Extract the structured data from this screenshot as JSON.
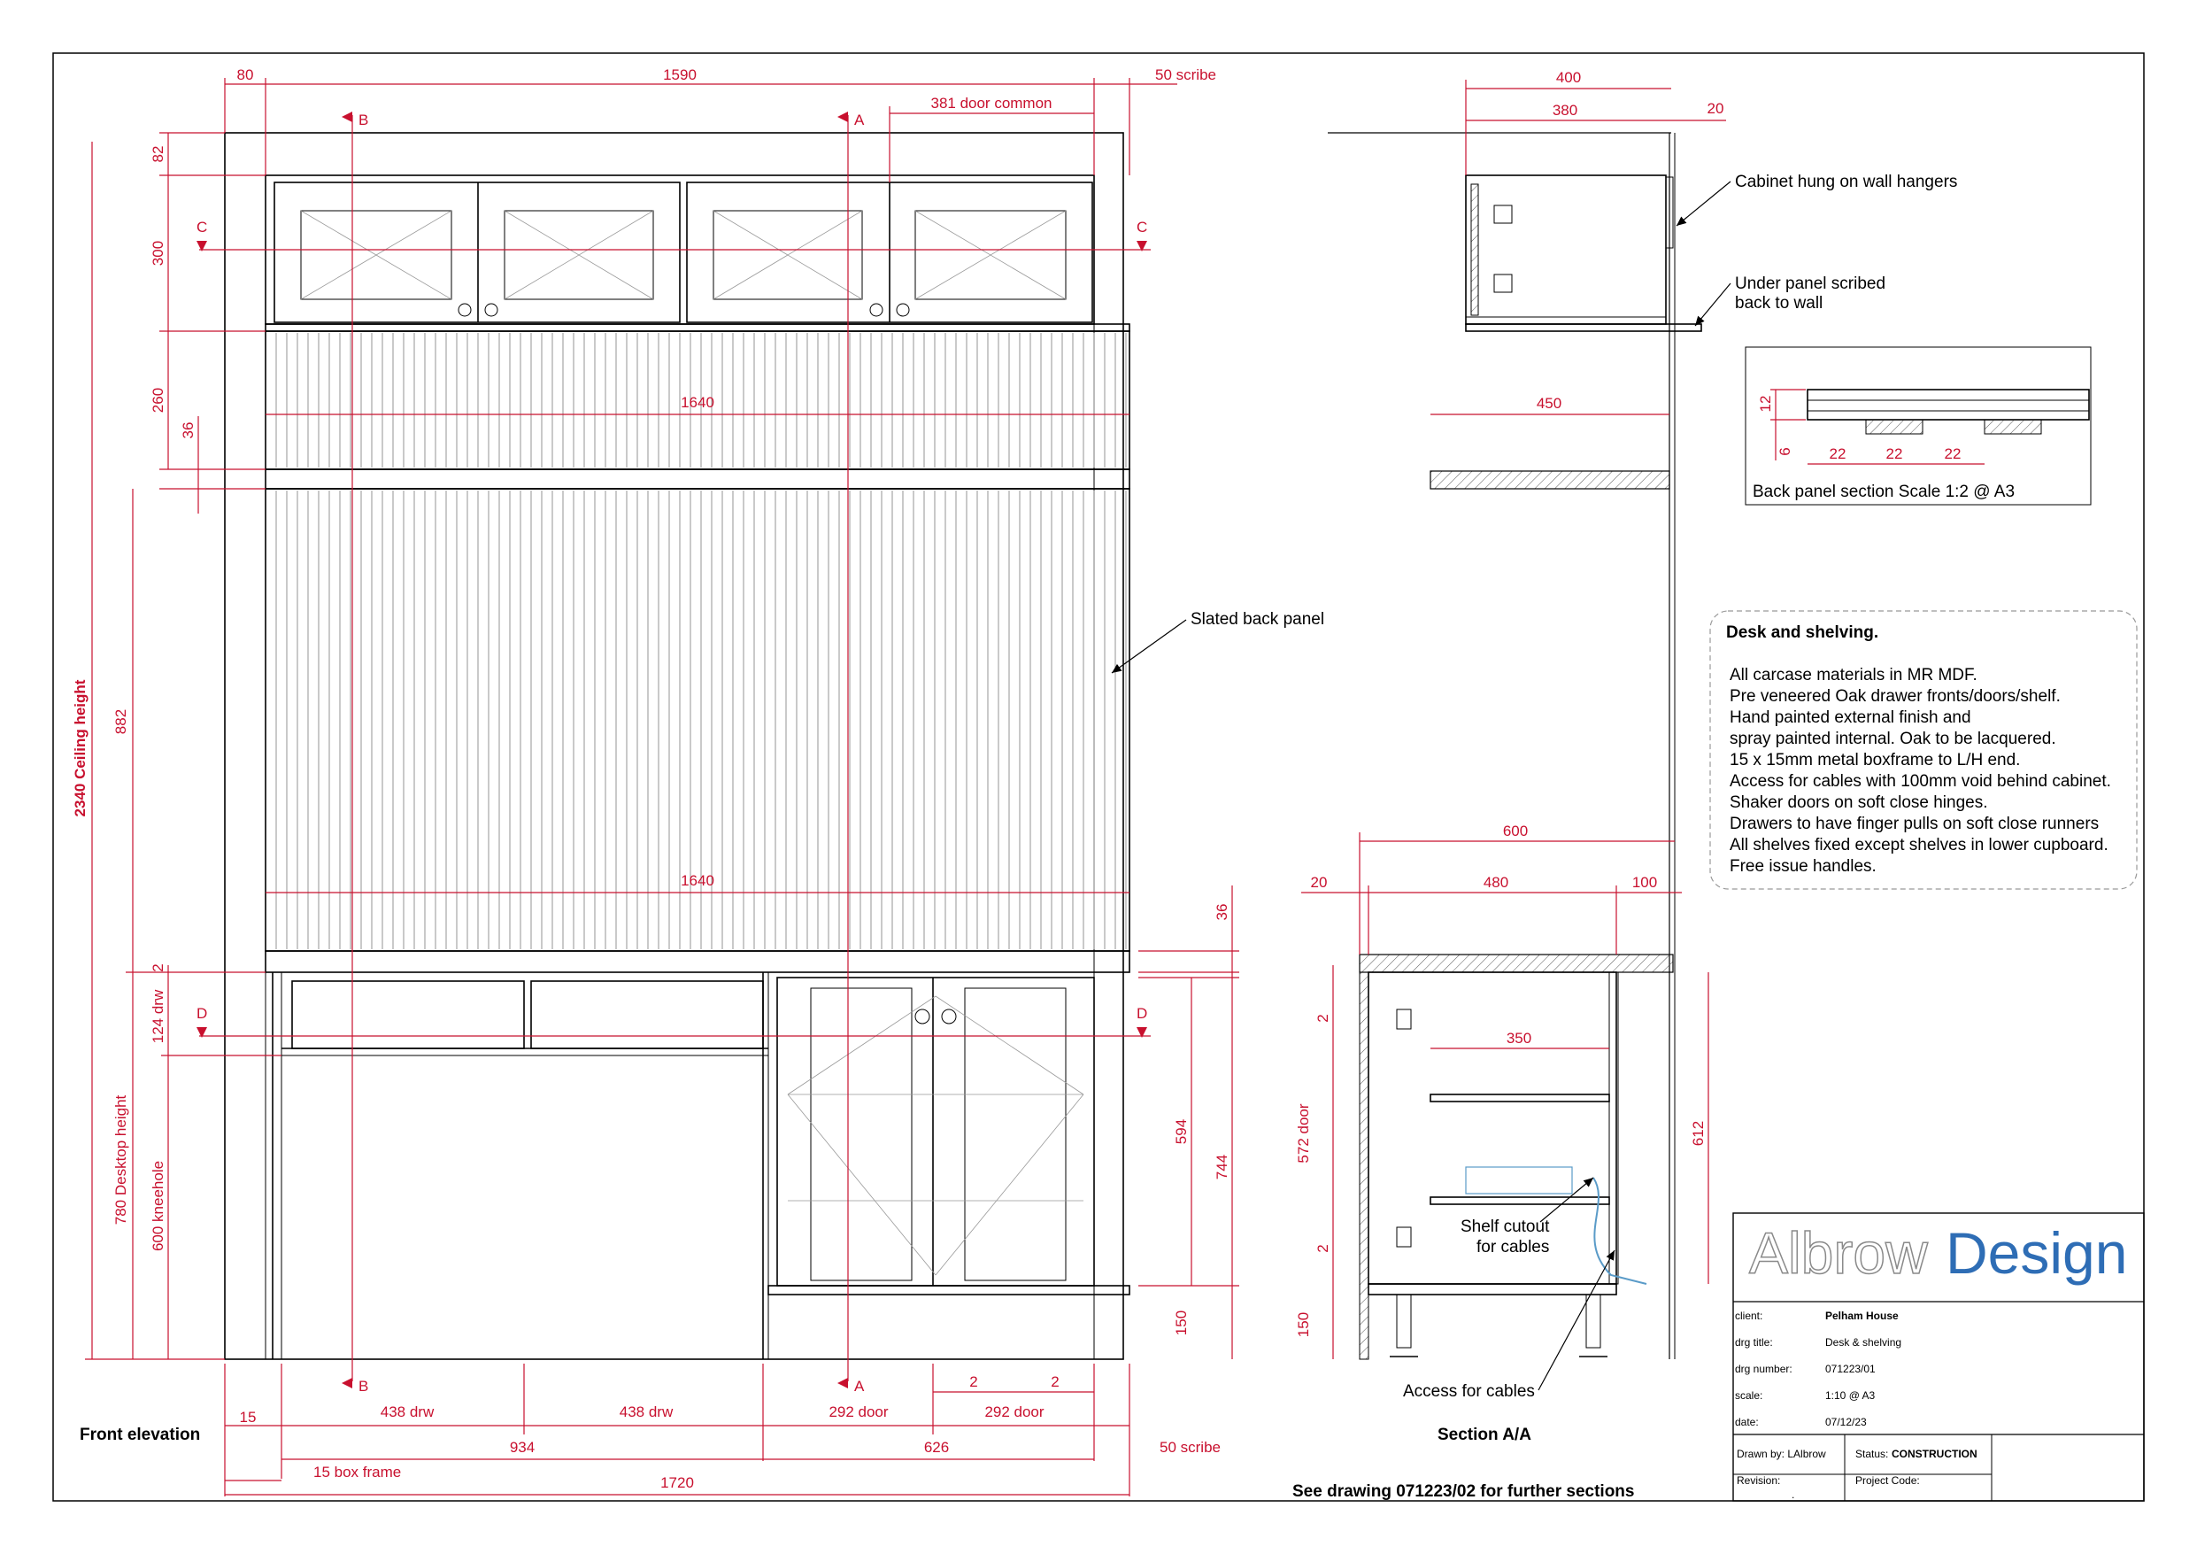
{
  "front": {
    "title": "Front elevation",
    "dims": {
      "d80": "80",
      "d1590": "1590",
      "scribe_top": "50 scribe",
      "door_common": "381 door common",
      "d82": "82",
      "d300": "300",
      "d260": "260",
      "d36a": "36",
      "w1640a": "1640",
      "d882": "882",
      "w1640b": "1640",
      "d36b": "36",
      "d2a": "2",
      "drw124": "124 drw",
      "desk780": "780 Desktop height",
      "knee600": "600 kneehole",
      "ceiling": "2340 Ceiling height",
      "d594": "594",
      "d744": "744",
      "d150": "150",
      "d15": "15",
      "drw438a": "438 drw",
      "drw438b": "438 drw",
      "door292a": "292 door",
      "door292b": "292 door",
      "d2b": "2",
      "d2c": "2",
      "w934": "934",
      "w626": "626",
      "scribe_bot": "50 scribe",
      "boxframe": "15 box frame",
      "w1720": "1720"
    },
    "markers": {
      "b": "B",
      "a": "A",
      "c": "C",
      "d": "D"
    },
    "callout_slats": "Slated back panel"
  },
  "section": {
    "title": "Section A/A",
    "dims": {
      "d400": "400",
      "d380": "380",
      "d20a": "20",
      "d450": "450",
      "d600": "600",
      "d20b": "20",
      "d480": "480",
      "d100": "100",
      "d350": "350",
      "door572": "572 door",
      "d2a": "2",
      "d2b": "2",
      "d150": "150",
      "d612": "612"
    },
    "callouts": {
      "hangers": "Cabinet hung on wall hangers",
      "scribed1": "Under panel scribed",
      "scribed2": "back to wall",
      "cutout1": "Shelf cutout",
      "cutout2": "for cables",
      "access": "Access for cables"
    }
  },
  "back_panel": {
    "caption": "Back panel section Scale 1:2 @ A3",
    "dims": {
      "d12": "12",
      "d6": "6",
      "w22a": "22",
      "w22b": "22",
      "w22c": "22"
    }
  },
  "notes": {
    "heading": "Desk and shelving.",
    "lines": [
      "All carcase materials in MR MDF.",
      "Pre veneered Oak drawer fronts/doors/shelf.",
      "Hand painted external finish and",
      "spray painted internal. Oak to be lacquered.",
      "15 x 15mm metal boxframe to L/H end.",
      "Access for cables with 100mm void behind cabinet.",
      "Shaker doors on soft close hinges.",
      "Drawers to have finger pulls on soft close runners",
      "All shelves fixed except shelves in lower cupboard.",
      "Free issue handles."
    ]
  },
  "footer_note": "See drawing 071223/02 for further sections",
  "title_block": {
    "logo_part1": "Albrow",
    "logo_part2": "Design",
    "client_label": "client:",
    "client_value": "Pelham House",
    "title_label": "drg title:",
    "title_value": "Desk & shelving",
    "number_label": "drg number:",
    "number_value": "071223/01",
    "scale_label": "scale:",
    "scale_value": "1:10 @ A3",
    "date_label": "date:",
    "date_value": "07/12/23",
    "drawn_by": "Drawn by: LAlbrow",
    "status_label": "Status:",
    "status_value": "CONSTRUCTION",
    "revision_label": "Revision:",
    "revision_value": ".",
    "project_label": "Project Code:"
  },
  "colors": {
    "dimension": "#c8102e",
    "logo_blue": "#2e6db5",
    "logo_grey": "#8a8a8a"
  }
}
